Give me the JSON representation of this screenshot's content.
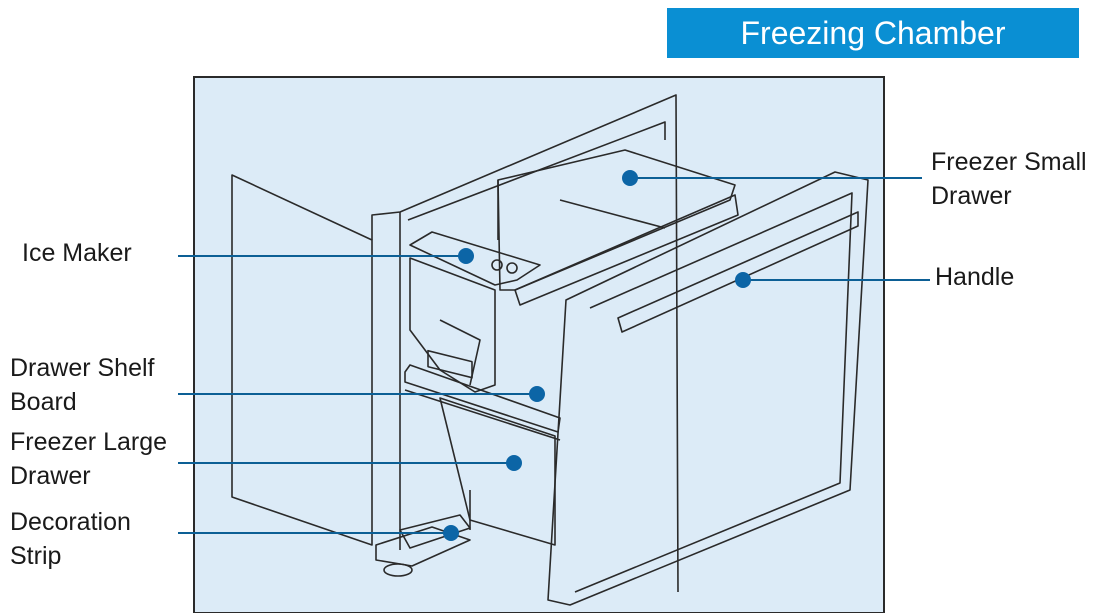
{
  "title": "Freezing Chamber",
  "colors": {
    "banner": "#0a8fd3",
    "panel": "#dcebf7",
    "leader": "#0c5f95",
    "dot": "#0c65a6",
    "line_art": "#2a2a2a"
  },
  "labels": {
    "ice_maker": "Ice Maker",
    "drawer_shelf_board": "Drawer Shelf\nBoard",
    "freezer_large_drawer": "Freezer Large\nDrawer",
    "decoration_strip": "Decoration\nStrip",
    "freezer_small_drawer": "Freezer Small\nDrawer",
    "handle": "Handle"
  }
}
